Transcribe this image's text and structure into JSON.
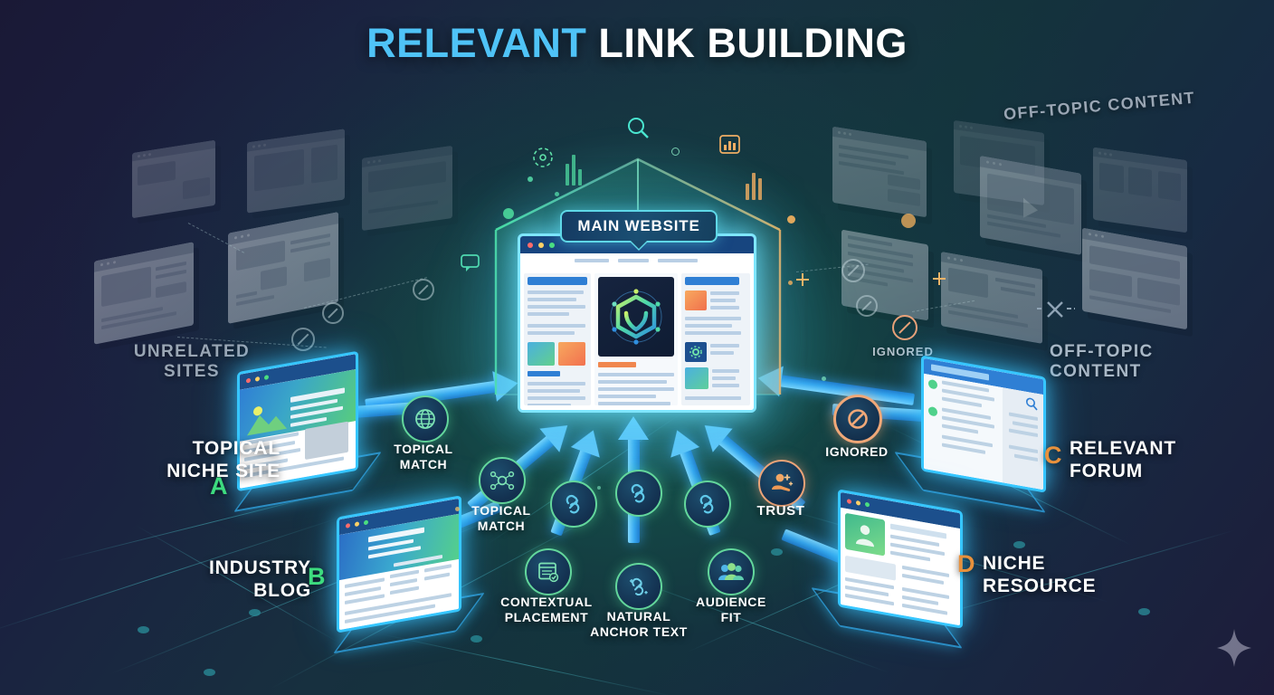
{
  "title": {
    "accent_word": "RELEVANT",
    "rest": "LINK BUILDING",
    "accent_color": "#4fc3f7"
  },
  "center": {
    "badge_label": "MAIN WEBSITE",
    "window_name": "main-website-browser"
  },
  "left_sources": [
    {
      "id": "A",
      "label_line1": "TOPICAL",
      "label_line2": "NICHE SITE",
      "marker": "A",
      "marker_color": "#3ddb7f"
    },
    {
      "id": "B",
      "label_line1": "INDUSTRY",
      "label_line2": "BLOG",
      "marker": "B",
      "marker_color": "#3ddb7f"
    }
  ],
  "right_sources": [
    {
      "id": "C",
      "label_line1": "RELEVANT",
      "label_line2": "FORUM",
      "marker": "C",
      "marker_color": "#e8913c"
    },
    {
      "id": "D",
      "label_line1": "NICHE",
      "label_line2": "RESOURCE",
      "marker": "D",
      "marker_color": "#e8913c"
    }
  ],
  "factors": [
    {
      "name": "topical-match-globe",
      "line1": "TOPICAL",
      "line2": "MATCH",
      "icon": "globe-icon",
      "tone": "cool"
    },
    {
      "name": "topical-match-network",
      "line1": "TOPICAL",
      "line2": "MATCH",
      "icon": "network-icon",
      "tone": "cool"
    },
    {
      "name": "contextual-placement",
      "line1": "CONTEXTUAL",
      "line2": "PLACEMENT",
      "icon": "document-check-icon",
      "tone": "cool"
    },
    {
      "name": "natural-anchor-text",
      "line1": "NATURAL",
      "line2": "ANCHOR TEXT",
      "icon": "link-sparkle-icon",
      "tone": "cool"
    },
    {
      "name": "audience-fit",
      "line1": "AUDIENCE",
      "line2": "FIT",
      "icon": "people-icon",
      "tone": "cool"
    },
    {
      "name": "trust",
      "line1": "TRUST",
      "line2": "",
      "icon": "handshake-icon",
      "tone": "warm"
    }
  ],
  "link_nodes": [
    {
      "name": "link-node-left",
      "icon": "chain-link-icon"
    },
    {
      "name": "link-node-center",
      "icon": "chain-link-icon"
    },
    {
      "name": "link-node-right",
      "icon": "chain-link-icon"
    }
  ],
  "rejected": {
    "unrelated_sites": {
      "line1": "UNRELATED",
      "line2": "SITES"
    },
    "off_topic_top": "OFF-TOPIC CONTENT",
    "off_topic_right": {
      "line1": "OFF-TOPIC",
      "line2": "CONTENT"
    },
    "ignored_small": "IGNORED",
    "ignored_badge": "IGNORED"
  },
  "colors": {
    "background_navy": "#1a1936",
    "background_teal": "#14333c",
    "arrow_blue": "#36a7f0",
    "neon_cyan": "#36c6ff",
    "green_accent": "#3ddb7f",
    "orange_accent": "#e8913c",
    "gray_text": "#9aa6b4"
  },
  "watermark": {
    "icon": "sparkle-icon"
  }
}
